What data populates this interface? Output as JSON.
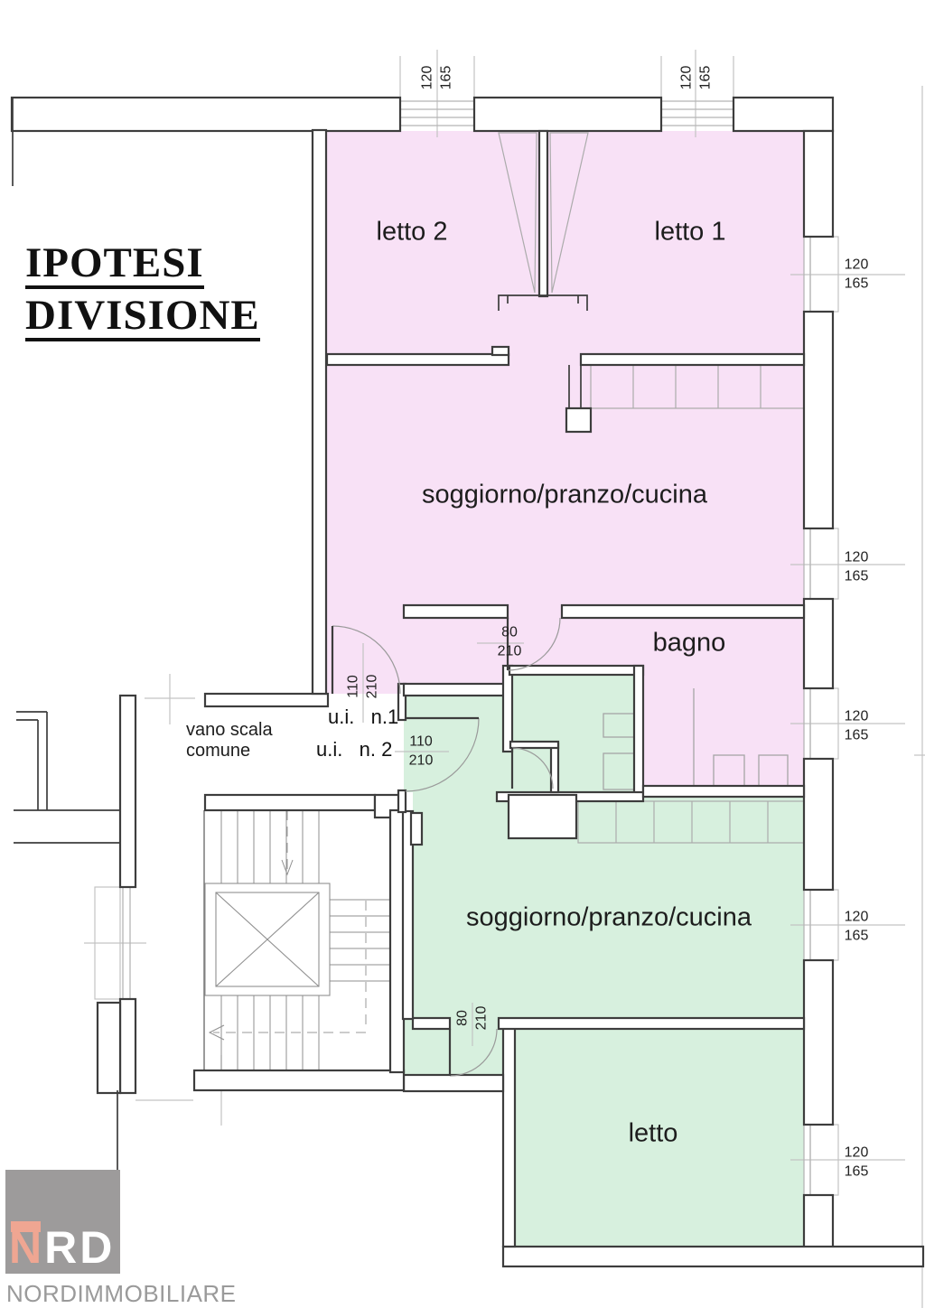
{
  "document": {
    "title_line1": "IPOTESI",
    "title_line2": "DIVISIONE"
  },
  "common_area": {
    "stair_label_line1": "vano scala",
    "stair_label_line2": "comune"
  },
  "units": {
    "unit1": {
      "label": "u.i.   n.1",
      "fill": "#f8e1f6",
      "rooms": {
        "letto2": "letto 2",
        "letto1": "letto 1",
        "living": "soggiorno/pranzo/cucina",
        "bath": "bagno"
      }
    },
    "unit2": {
      "label": "u.i.   n. 2",
      "fill": "#d7f0de",
      "rooms": {
        "living": "soggiorno/pranzo/cucina",
        "bed": "letto"
      }
    }
  },
  "dimensions": {
    "window_w": "120",
    "window_h": "165",
    "entry_door_w": "110",
    "entry_door_h": "210",
    "door_w": "80",
    "door_h": "210"
  },
  "logo": {
    "letter_n": "N",
    "letters_rd": "RD",
    "company": "NORDIMMOBILIARE"
  }
}
